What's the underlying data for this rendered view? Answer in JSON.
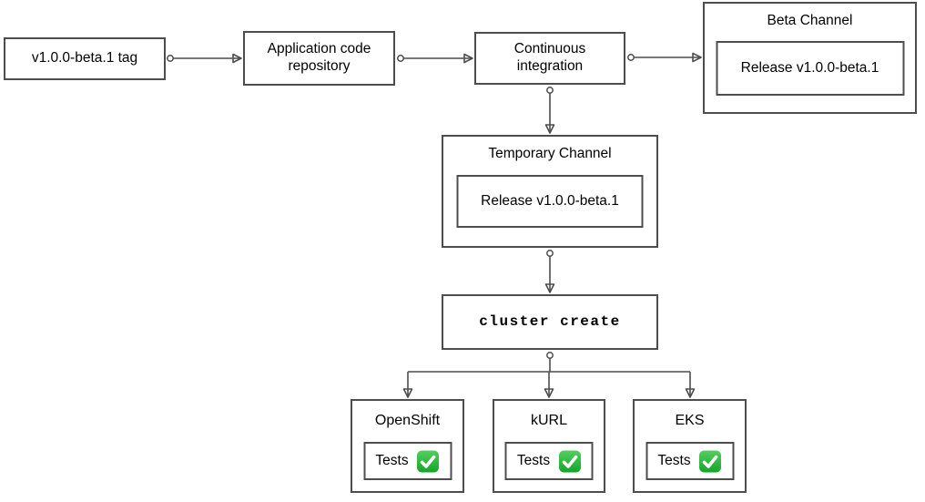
{
  "diagram": {
    "type": "flowchart",
    "background": "#ffffff",
    "stroke_color": "#4d4d4d",
    "text_color": "#000000",
    "nodes": {
      "tag": {
        "label": "v1.0.0-beta.1 tag"
      },
      "app_repo": {
        "label": "Application code repository"
      },
      "ci": {
        "label": "Continuous integration"
      },
      "beta_channel": {
        "title": "Beta Channel",
        "release_label": "Release v1.0.0-beta.1"
      },
      "temp_channel": {
        "title": "Temporary Channel",
        "release_label": "Release v1.0.0-beta.1"
      },
      "cluster_create": {
        "label": "cluster create"
      },
      "clusters": [
        {
          "title": "OpenShift",
          "tests_label": "Tests",
          "status_icon": "check-mark",
          "status_color": "#1db32f"
        },
        {
          "title": "kURL",
          "tests_label": "Tests",
          "status_icon": "check-mark",
          "status_color": "#1db32f"
        },
        {
          "title": "EKS",
          "tests_label": "Tests",
          "status_icon": "check-mark",
          "status_color": "#1db32f"
        }
      ]
    },
    "edges": [
      {
        "from": "tag",
        "to": "app_repo"
      },
      {
        "from": "app_repo",
        "to": "ci"
      },
      {
        "from": "ci",
        "to": "beta_channel"
      },
      {
        "from": "ci",
        "to": "temp_channel"
      },
      {
        "from": "temp_channel",
        "to": "cluster_create"
      },
      {
        "from": "cluster_create",
        "to": "OpenShift"
      },
      {
        "from": "cluster_create",
        "to": "kURL"
      },
      {
        "from": "cluster_create",
        "to": "EKS"
      }
    ]
  }
}
